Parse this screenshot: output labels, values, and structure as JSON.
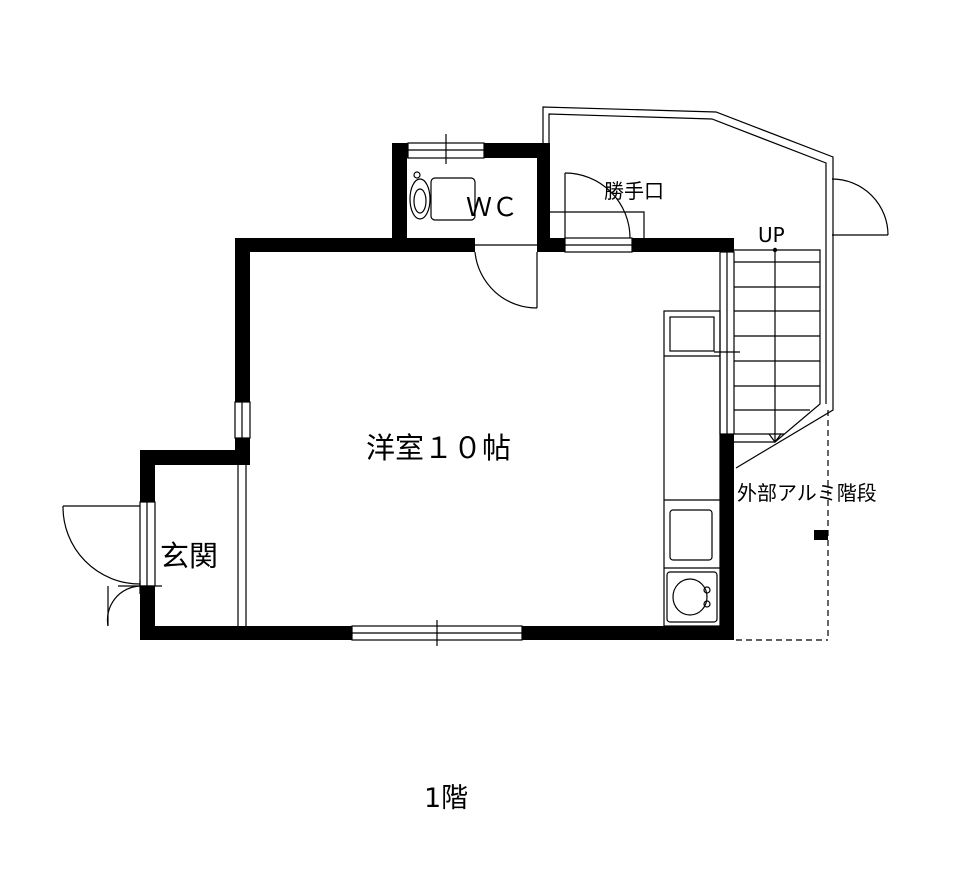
{
  "plan": {
    "floor_label": "1階",
    "rooms": {
      "living": "洋室１０帖",
      "entrance": "玄関",
      "toilet": "ＷＣ",
      "back_door": "勝手口"
    },
    "stairs": {
      "direction": "UP",
      "label": "外部アルミ階段"
    }
  }
}
